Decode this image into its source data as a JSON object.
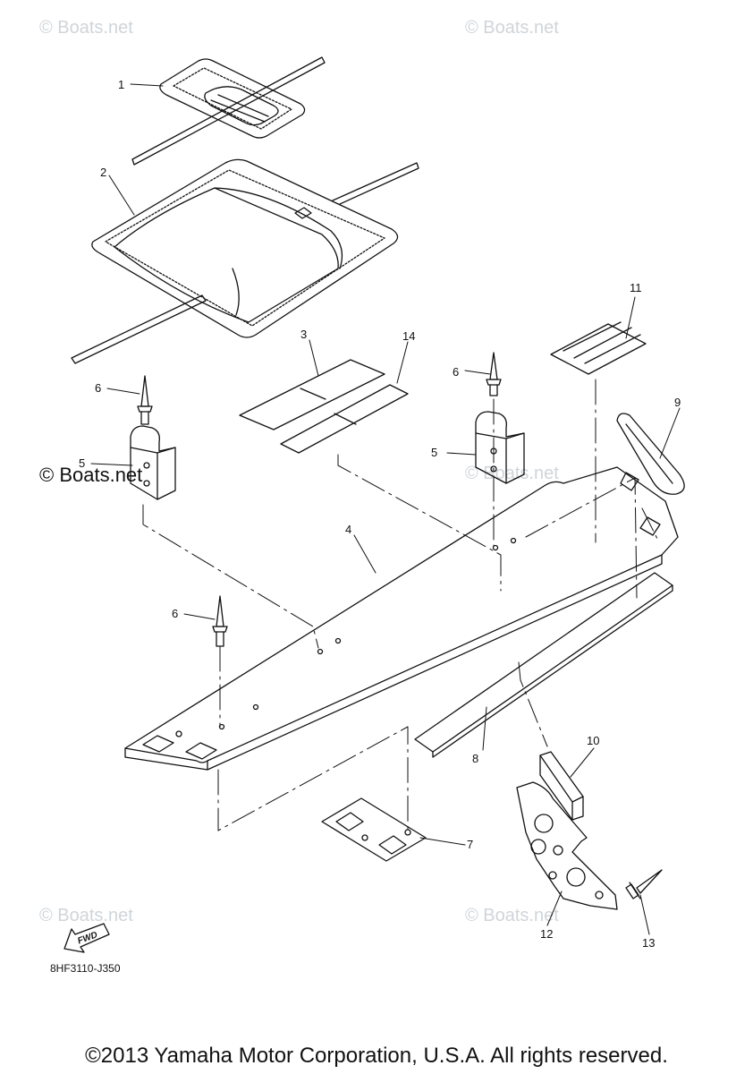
{
  "watermarks": {
    "light": "© Boats.net",
    "dark": "© Boats.net"
  },
  "callouts": [
    "1",
    "2",
    "3",
    "4",
    "5",
    "6",
    "7",
    "8",
    "9",
    "10",
    "11",
    "12",
    "13",
    "14"
  ],
  "fwd_label": "FWD",
  "drawing_code": "8HF3110-J350",
  "copyright": "©2013 Yamaha Motor Corporation, U.S.A. All rights reserved."
}
